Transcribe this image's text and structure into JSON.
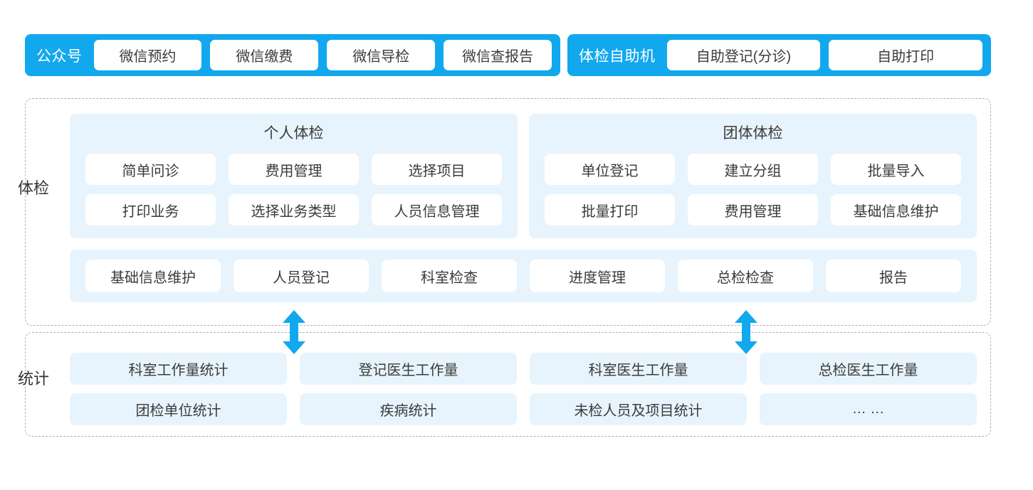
{
  "top_bar": {
    "channels": [
      {
        "name": "wechat-official-account",
        "title": "公众号",
        "items": [
          "微信预约",
          "微信缴费",
          "微信导检",
          "微信查报告"
        ]
      },
      {
        "name": "self-service-kiosk",
        "title": "体检自助机",
        "items": [
          "自助登记(分诊)",
          "自助打印"
        ]
      }
    ]
  },
  "exam_section": {
    "side_label": "体检",
    "groups": [
      {
        "name": "personal-exam",
        "title": "个人体检",
        "items": [
          "简单问诊",
          "费用管理",
          "选择项目",
          "打印业务",
          "选择业务类型",
          "人员信息管理"
        ]
      },
      {
        "name": "group-exam",
        "title": "团体体检",
        "items": [
          "单位登记",
          "建立分组",
          "批量导入",
          "批量打印",
          "费用管理",
          "基础信息维护"
        ]
      }
    ],
    "workflow": [
      "基础信息维护",
      "人员登记",
      "科室检查",
      "进度管理",
      "总检检查",
      "报告"
    ]
  },
  "stats_section": {
    "side_label": "统计",
    "items": [
      "科室工作量统计",
      "登记医生工作量",
      "科室医生工作量",
      "总检医生工作量",
      "团检单位统计",
      "疾病统计",
      "未检人员及项目统计",
      "… …"
    ]
  },
  "connectors": [
    {
      "name": "connector-arrow-left",
      "direction": "up-down"
    },
    {
      "name": "connector-arrow-right",
      "direction": "up-down"
    }
  ],
  "colors": {
    "brand_blue": "#12A8EE",
    "panel_blue": "#E7F4FD",
    "tile_white": "#FFFFFF",
    "dashed_border": "#B0B0B0",
    "text": "#3B3B3B"
  }
}
